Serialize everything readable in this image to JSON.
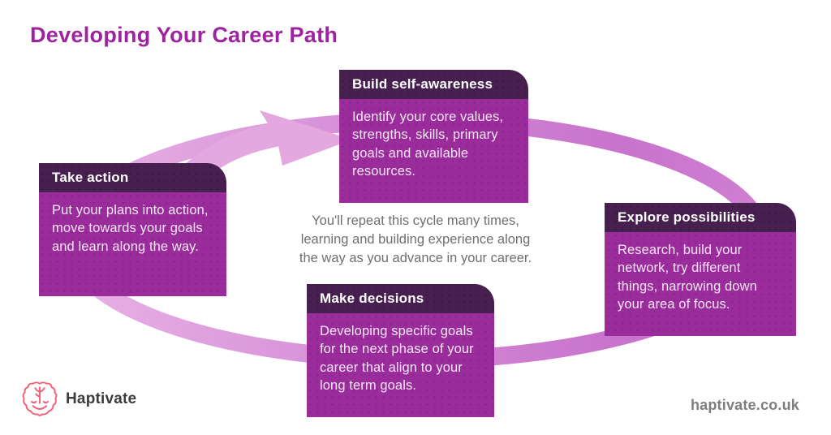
{
  "title": "Developing Your Career Path",
  "cards": [
    {
      "id": "build-self-awareness",
      "title": "Build self-awareness",
      "body": "Identify your core values, strengths, skills, primary goals  and available resources."
    },
    {
      "id": "explore-possibilities",
      "title": "Explore possibilities",
      "body": "Research, build your network, try different things, narrowing down your area of focus."
    },
    {
      "id": "make-decisions",
      "title": "Make decisions",
      "body": "Developing specific goals for the next phase of your career that align to your long term goals."
    },
    {
      "id": "take-action",
      "title": "Take action",
      "body": "Put your plans into action, move towards your goals and learn along the way."
    }
  ],
  "center_note": {
    "lines": [
      "You'll repeat this cycle many times,",
      "learning and building experience along",
      "the way as you advance in your career."
    ]
  },
  "cycle": {
    "type": "cycle",
    "direction": "clockwise",
    "order": [
      "take-action",
      "build-self-awareness",
      "explore-possibilities",
      "make-decisions"
    ]
  },
  "footer": {
    "brand": "Haptivate",
    "website": "haptivate.co.uk",
    "logo_icon": "brain-icon"
  },
  "colors": {
    "title": "#9e239e",
    "card_header": "#47204f",
    "card_body": "#9a2c9c",
    "arc_light": "#e8b2e5",
    "arc_mid": "#d48bd6",
    "arc_dark": "#c873cc",
    "arrow": "#e3a8e0",
    "note_text": "#6f6f6f",
    "brand_text": "#3c3c3c",
    "website_text": "#7e7e7e",
    "logo_pink": "#f25f78"
  }
}
